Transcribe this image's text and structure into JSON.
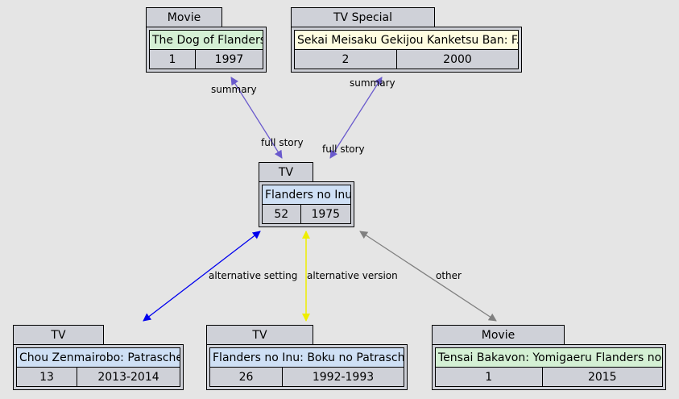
{
  "nodes": {
    "movie_dog": {
      "type": "Movie",
      "title": "The Dog of Flanders",
      "episodes": "1",
      "year": "1997",
      "color": "#d4f0d4"
    },
    "tvsp_sekai": {
      "type": "TV Special",
      "title": "Sekai Meisaku Gekijou Kanketsu Ban: F...",
      "episodes": "2",
      "year": "2000",
      "color": "#fffde0"
    },
    "tv_flanders": {
      "type": "TV",
      "title": "Flanders no Inu",
      "episodes": "52",
      "year": "1975",
      "color": "#cfe0f5"
    },
    "tv_chou": {
      "type": "TV",
      "title": "Chou Zenmairobo: Patrasche",
      "episodes": "13",
      "year": "2013-2014",
      "color": "#cfe0f5"
    },
    "tv_boku": {
      "type": "TV",
      "title": "Flanders no Inu: Boku no Patrasche",
      "episodes": "26",
      "year": "1992-1993",
      "color": "#cfe0f5"
    },
    "movie_tensai": {
      "type": "Movie",
      "title": "Tensai Bakavon: Yomigaeru Flanders no...",
      "episodes": "1",
      "year": "2015",
      "color": "#d4f0d4"
    }
  },
  "edge_labels": {
    "summary_1": "summary",
    "full_story_1": "full story",
    "summary_2": "summary",
    "full_story_2": "full story",
    "alt_setting": "alternative setting",
    "alt_version": "alternative version",
    "other": "other"
  },
  "edge_colors": {
    "summary": "#6a5acd",
    "alt_setting": "#0000ee",
    "alt_version": "#eeee00",
    "other": "#808080"
  }
}
